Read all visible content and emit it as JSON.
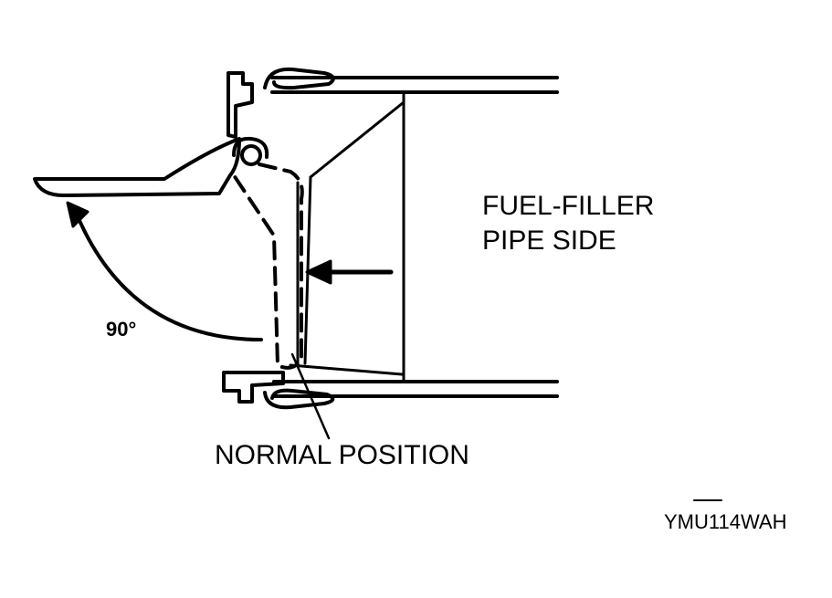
{
  "labels": {
    "pipe_side_line1": "FUEL-FILLER",
    "pipe_side_line2": "PIPE SIDE",
    "angle": "90°",
    "normal_position": "NORMAL POSITION",
    "figure_code": "YMU114WAH"
  },
  "colors": {
    "ink": "#000000",
    "paper": "#ffffff"
  }
}
